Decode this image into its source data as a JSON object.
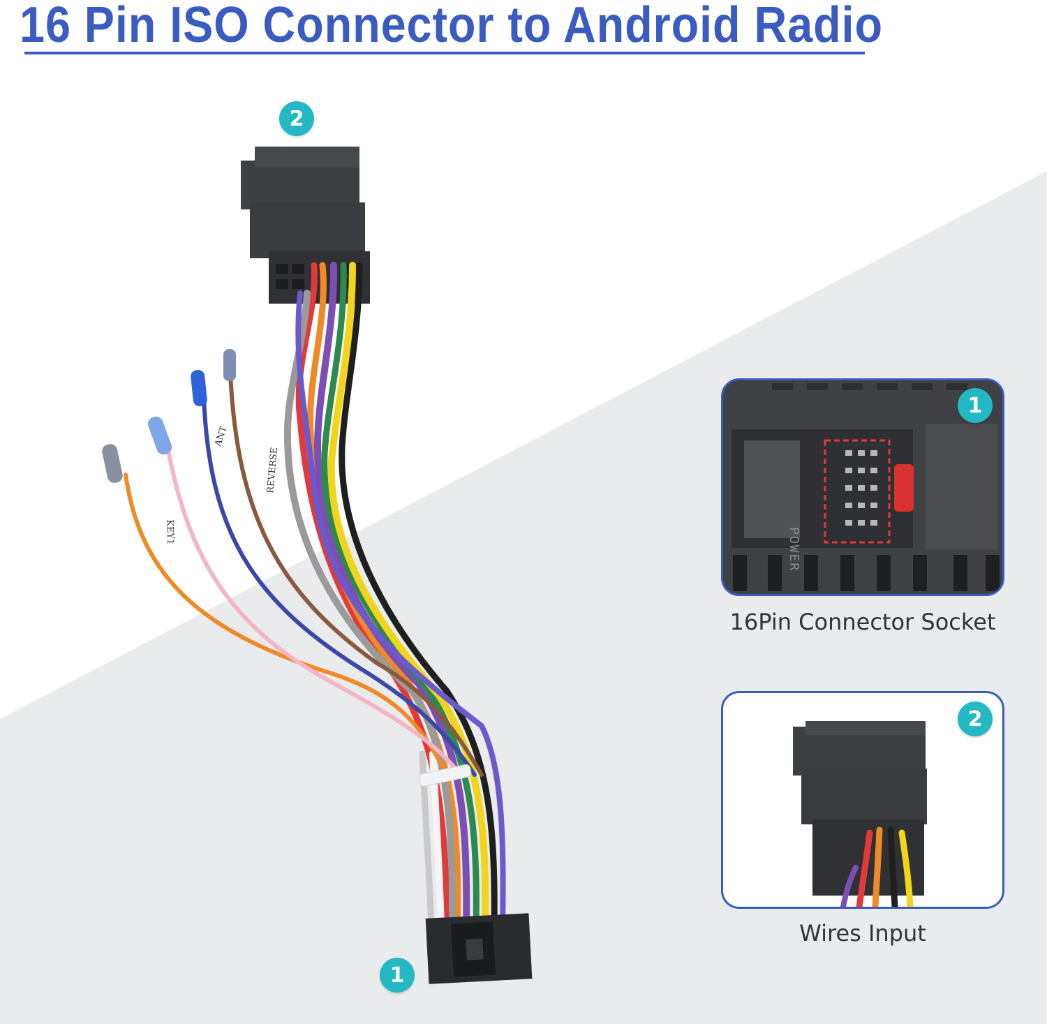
{
  "title": "16 Pin ISO Connector to Android Radio",
  "colors": {
    "accent": "#3a5bbf",
    "teal": "#23b8c4",
    "background_gray": "#e9ebed"
  },
  "badges": {
    "iso_connector": "2",
    "pin16_connector": "1"
  },
  "wire_labels": {
    "ant": "ANT",
    "reverse": "REVERSE",
    "key1": "KEY1"
  },
  "panels": [
    {
      "badge": "1",
      "caption": "16Pin Connector Socket",
      "socket_text": "POWER",
      "icon": "socket-photo-icon"
    },
    {
      "badge": "2",
      "caption": "Wires Input",
      "icon": "iso-connector-photo-icon"
    }
  ]
}
